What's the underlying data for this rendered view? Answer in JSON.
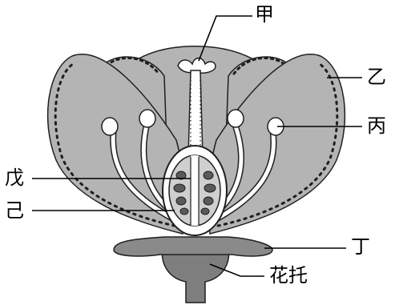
{
  "labels": {
    "jia": "甲",
    "yi": "乙",
    "bing": "丙",
    "wu": "戊",
    "ji": "己",
    "ding": "丁",
    "receptacle": "花托"
  },
  "colors": {
    "petal_fill": "#b4b4b4",
    "petal_stroke": "#1f1f1f",
    "sepal_fill": "#8a8a8a",
    "receptacle_fill": "#7e7e7e",
    "pistil_fill": "#ffffff",
    "ovule_fill": "#5a5a5a",
    "leader_line": "#000000",
    "text": "#000000"
  }
}
